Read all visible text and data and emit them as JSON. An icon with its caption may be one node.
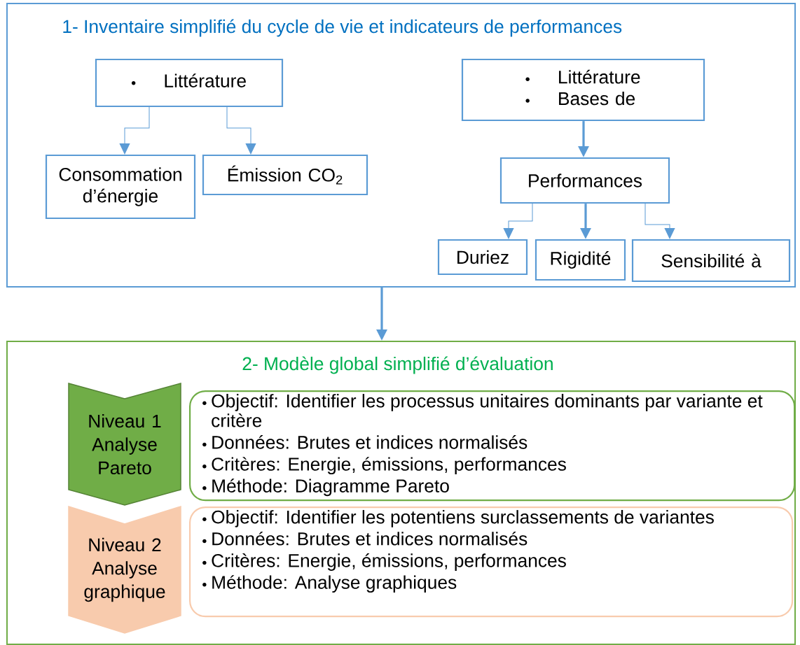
{
  "diagram": {
    "nodes": [
      {
        "text": [
          "1- Inventaire simplifié du cycle de vie et indicateurs de performances"
        ]
      },
      {
        "text": [
          "Littérature"
        ],
        "in": 0
      },
      {
        "text": [
          "Consommation d’énergie"
        ],
        "in": 0
      },
      {
        "text": [
          "Émission CO$_{2}$"
        ],
        "in": 0
      },
      {
        "text": [
          "Littérature",
          "Bases de"
        ],
        "in": 0
      },
      {
        "text": [
          "Performances"
        ],
        "in": 0
      },
      {
        "text": [
          "Duriez"
        ],
        "in": 0
      },
      {
        "text": [
          "Rigidité"
        ],
        "in": 0
      },
      {
        "text": [
          "Sensibilité à"
        ],
        "in": 0
      },
      {
        "text": [
          "2- Modèle global simplifié d’évaluation"
        ]
      },
      {
        "text": [
          "Niveau 1 Analyse Pareto"
        ],
        "in": 9
      },
      {
        "text": [
          "Objectif: Identifier les processus unitaires dominants par variante et critère",
          "Données: Brutes et indices normalisés",
          "Critères: Energie, émissions, performances",
          "Méthode: Diagramme Pareto"
        ],
        "in": 9
      },
      {
        "text": [
          "Niveau 2 Analyse graphique"
        ],
        "in": 9
      },
      {
        "text": [
          "Objectif: Identifier les potentiens surclassements de variantes",
          "Données: Brutes et indices normalisés",
          "Critères: Energie, émissions, performances",
          "Méthode: Analyse graphiques"
        ],
        "in": 9
      }
    ],
    "edges": [
      {
        "from": 1,
        "to": 2,
        "arrow": "to"
      },
      {
        "from": 1,
        "to": 3,
        "arrow": "to"
      },
      {
        "from": 4,
        "to": 5,
        "arrow": "to",
        "style": "thick"
      },
      {
        "from": 5,
        "to": 6,
        "arrow": "to"
      },
      {
        "from": 5,
        "to": 7,
        "arrow": "to",
        "style": "thick"
      },
      {
        "from": 5,
        "to": 8,
        "arrow": "to"
      },
      {
        "from": 0,
        "to": 9,
        "arrow": "to",
        "style": "thick"
      }
    ]
  }
}
